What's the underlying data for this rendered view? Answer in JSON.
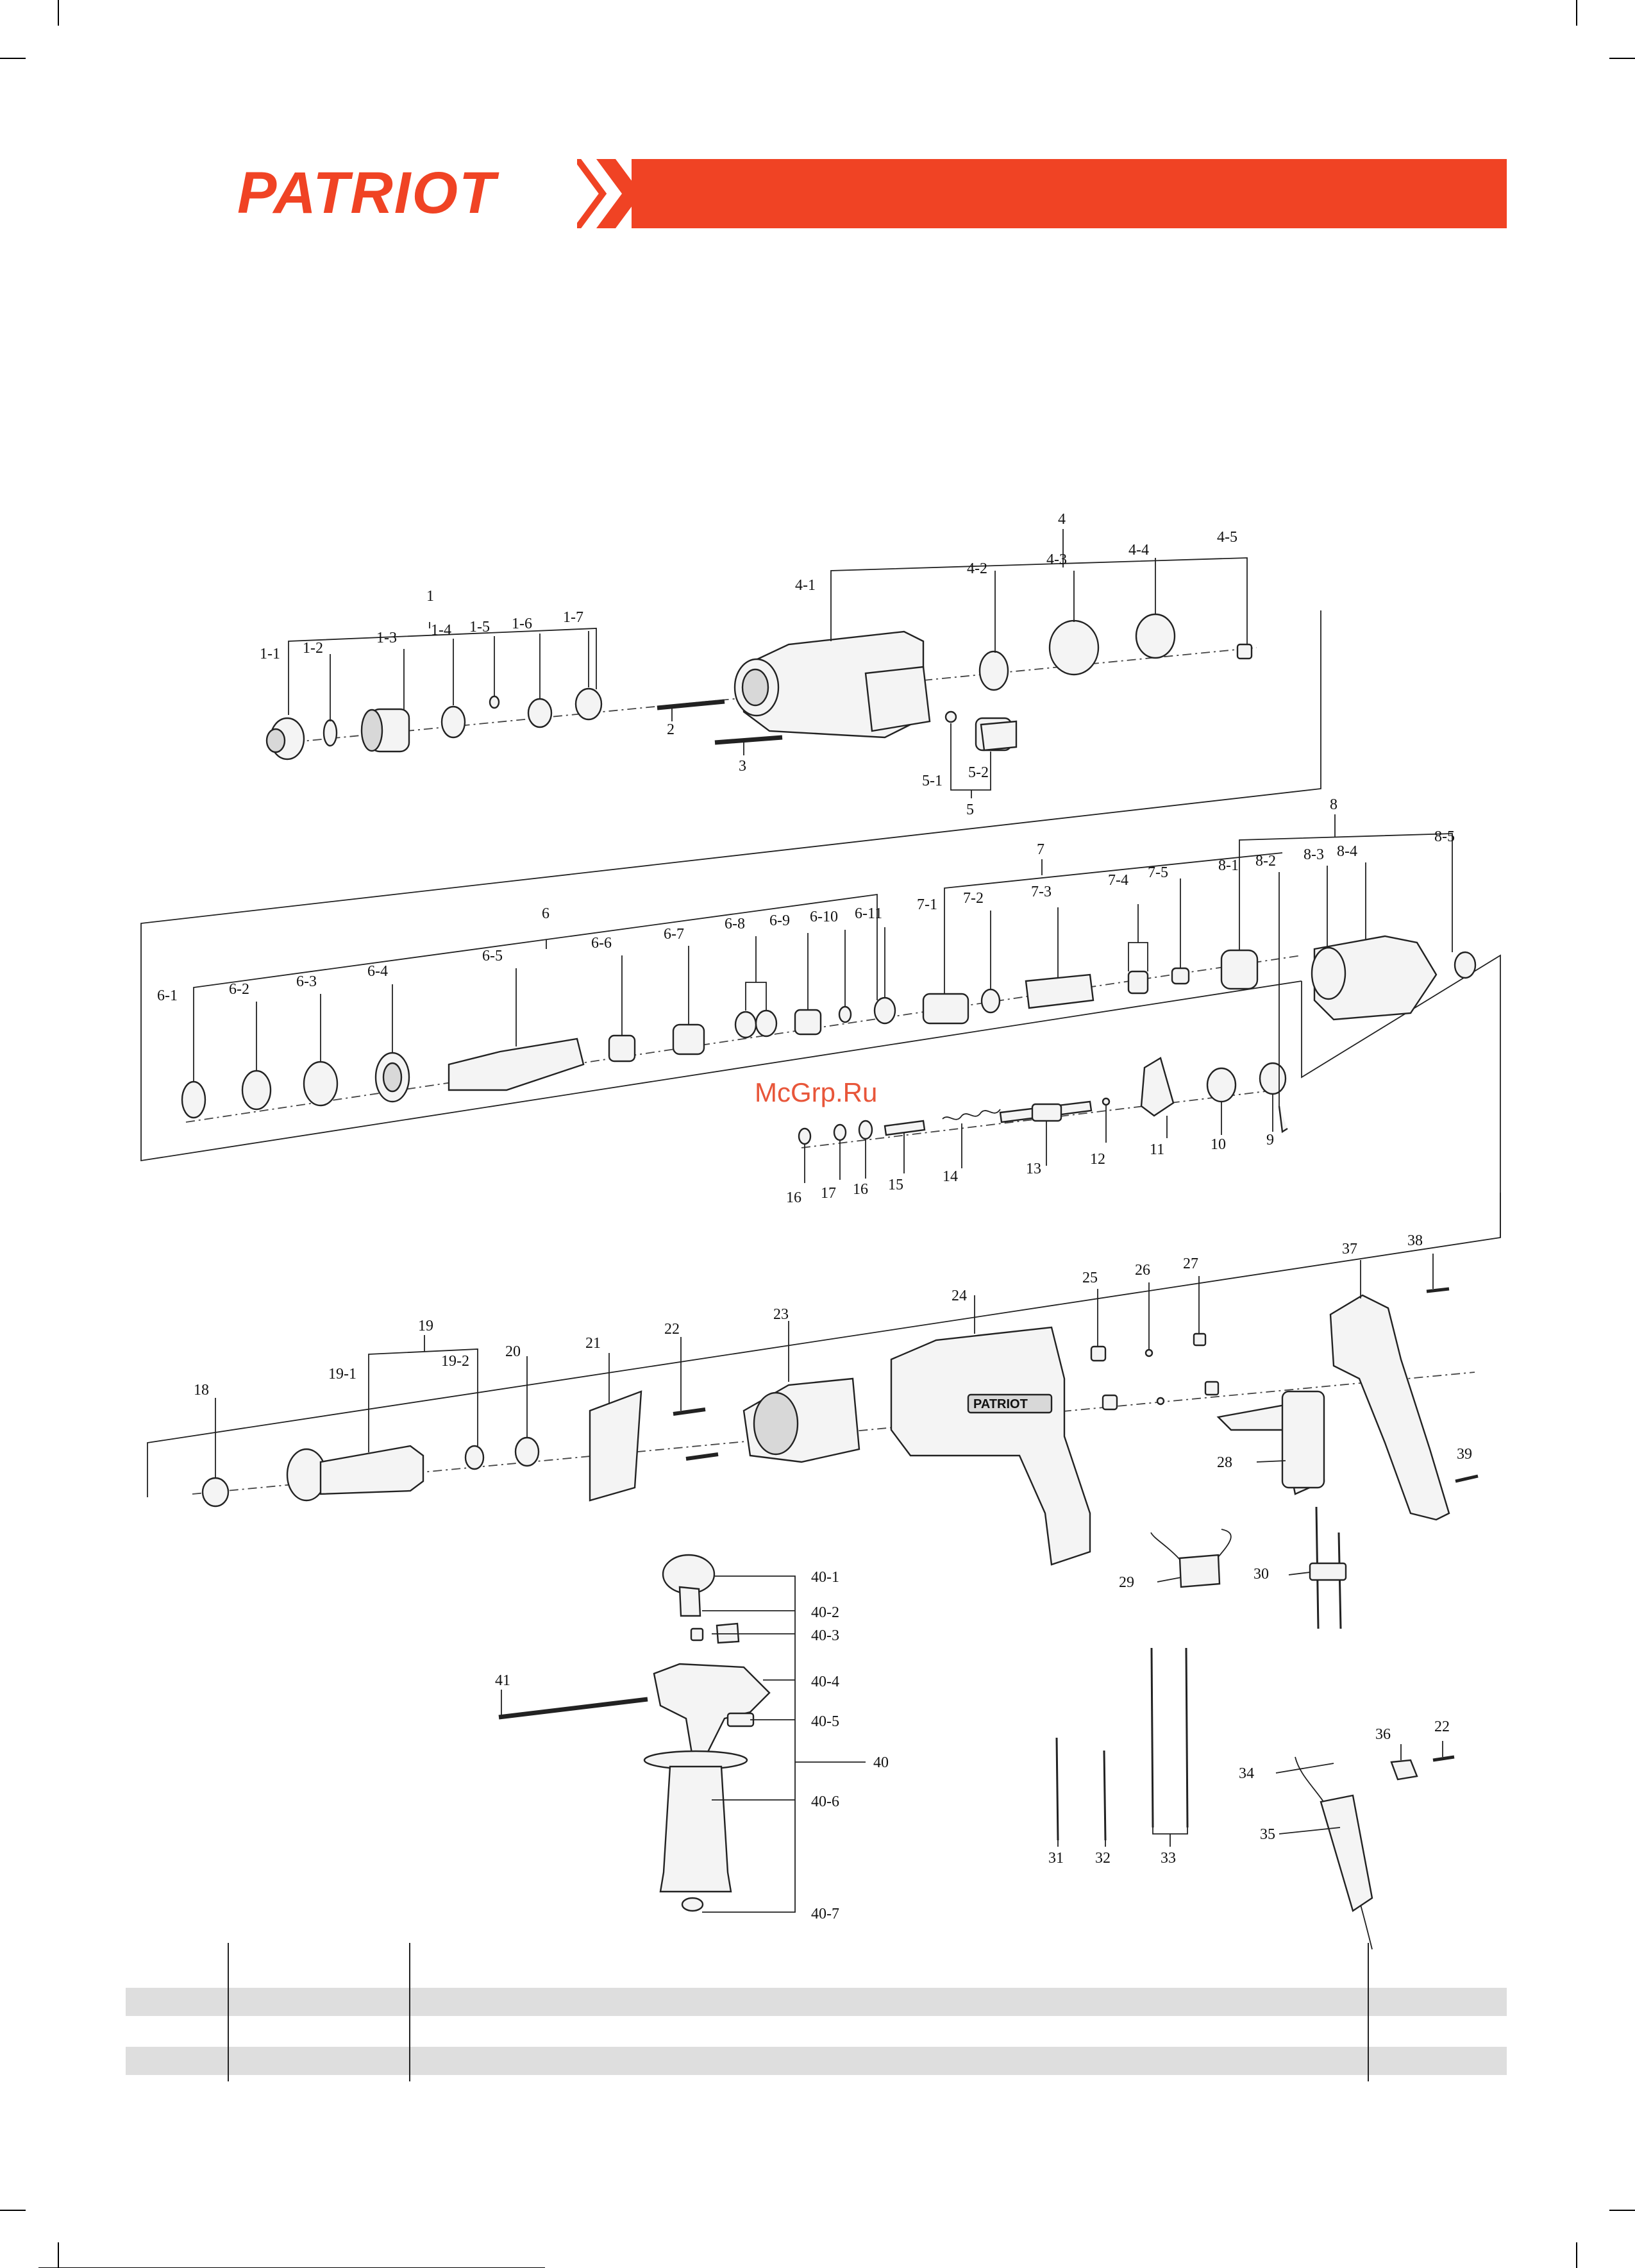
{
  "brand": {
    "name": "PATRIOT",
    "accent_color": "#f04324"
  },
  "watermark": "McGrp.Ru",
  "labels": {
    "l1": "1",
    "l1_1": "1-1",
    "l1_2": "1-2",
    "l1_3": "1-3",
    "l1_4": "1-4",
    "l1_5": "1-5",
    "l1_6": "1-6",
    "l1_7": "1-7",
    "l2": "2",
    "l3": "3",
    "l4": "4",
    "l4_1": "4-1",
    "l4_2": "4-2",
    "l4_3": "4-3",
    "l4_4": "4-4",
    "l4_5": "4-5",
    "l5": "5",
    "l5_1": "5-1",
    "l5_2": "5-2",
    "l6": "6",
    "l6_1": "6-1",
    "l6_2": "6-2",
    "l6_3": "6-3",
    "l6_4": "6-4",
    "l6_5": "6-5",
    "l6_6": "6-6",
    "l6_7": "6-7",
    "l6_8": "6-8",
    "l6_9": "6-9",
    "l6_10": "6-10",
    "l6_11": "6-11",
    "l7": "7",
    "l7_1": "7-1",
    "l7_2": "7-2",
    "l7_3": "7-3",
    "l7_4": "7-4",
    "l7_5": "7-5",
    "l8": "8",
    "l8_1": "8-1",
    "l8_2": "8-2",
    "l8_3": "8-3",
    "l8_4": "8-4",
    "l8_5": "8-5",
    "l9": "9",
    "l10": "10",
    "l11": "11",
    "l12": "12",
    "l13": "13",
    "l14": "14",
    "l15": "15",
    "l16a": "16",
    "l16b": "16",
    "l17": "17",
    "l18": "18",
    "l19": "19",
    "l19_1": "19-1",
    "l19_2": "19-2",
    "l20": "20",
    "l21": "21",
    "l22a": "22",
    "l22b": "22",
    "l23": "23",
    "l24": "24",
    "l25": "25",
    "l26": "26",
    "l27": "27",
    "l28": "28",
    "l29": "29",
    "l30": "30",
    "l31": "31",
    "l32": "32",
    "l33": "33",
    "l34": "34",
    "l35": "35",
    "l36": "36",
    "l37": "37",
    "l38": "38",
    "l39": "39",
    "l40": "40",
    "l40_1": "40-1",
    "l40_2": "40-2",
    "l40_3": "40-3",
    "l40_4": "40-4",
    "l40_5": "40-5",
    "l40_6": "40-6",
    "l40_7": "40-7",
    "l41": "41"
  },
  "housing_text": "PATRIOT"
}
